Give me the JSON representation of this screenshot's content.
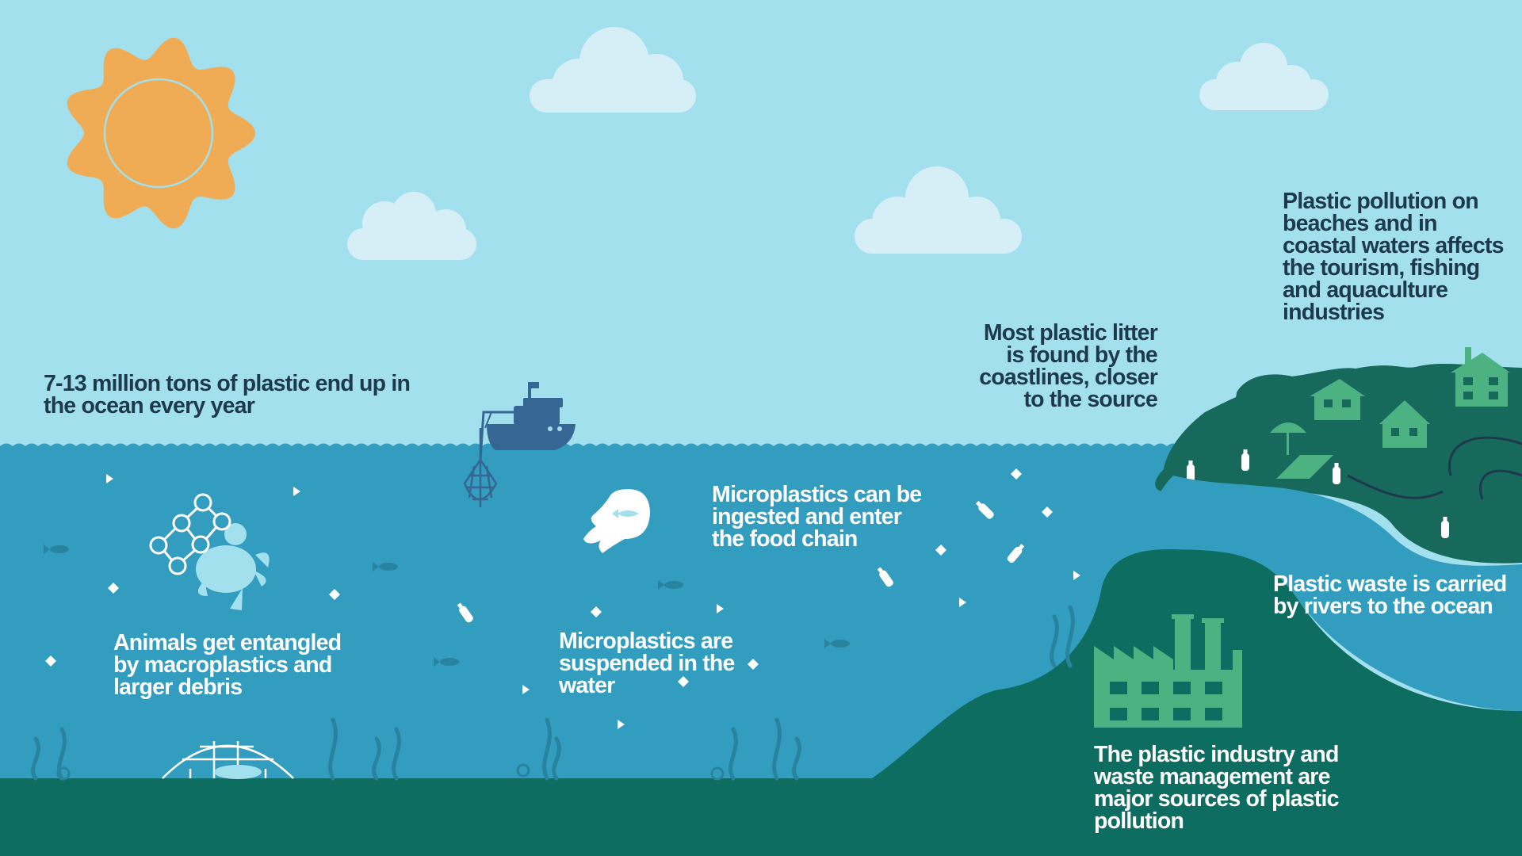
{
  "colors": {
    "sky": "#a3e0ee",
    "sea": "#339dbf",
    "seabed": "#0d6d60",
    "land": "#17695b",
    "building_green": "#4cb281",
    "sun": "#f0ac55",
    "cloud": "#d6eff7",
    "boat": "#356694",
    "text_dark": "#1d3a4d",
    "text_light": "#ffffff"
  },
  "labels": {
    "ocean_amount": [
      "7-13 million tons of plastic end up in",
      "the ocean every year"
    ],
    "coastlines": [
      "Most plastic litter",
      "is found by the",
      "coastlines, closer",
      "to the source"
    ],
    "tourism": [
      "Plastic pollution on",
      "beaches and in",
      "coastal waters affects",
      "the tourism, fishing",
      "and aquaculture",
      "industries"
    ],
    "food_chain": [
      "Microplastics can be",
      "ingested and enter",
      "the food chain"
    ],
    "entangled": [
      "Animals get entangled",
      "by macroplastics and",
      "larger debris"
    ],
    "suspended": [
      "Microplastics are",
      "suspended in the",
      "water"
    ],
    "rivers": [
      "Plastic waste is carried",
      "by rivers to the ocean"
    ],
    "industry": [
      "The plastic industry and",
      "waste management are",
      "major sources of plastic",
      "pollution"
    ]
  },
  "icons": {
    "sun": "sun-icon",
    "clouds": "cloud-icon",
    "boat": "fishing-boat-icon",
    "net": "fishing-net-icon",
    "turtle": "turtle-entangled-icon",
    "bag": "plastic-bag-fish-icon",
    "factory": "factory-icon",
    "houses": "house-icon",
    "umbrella": "beach-umbrella-icon",
    "fish": "fish-icon",
    "seaweed": "seaweed-icon",
    "trash": "floating-trash-icon"
  }
}
